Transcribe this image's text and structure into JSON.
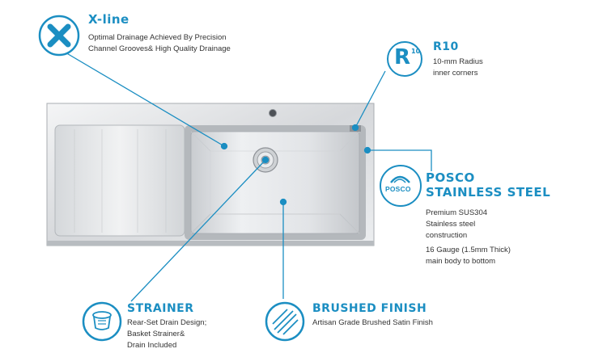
{
  "colors": {
    "accent": "#1b8ec2",
    "text": "#333333",
    "steel_light": "#e9eaec",
    "steel_dark": "#9a9ea3"
  },
  "features": {
    "xline": {
      "icon": "x-icon",
      "title": "X-line",
      "lines": [
        "Optimal Drainage Achieved By Precision",
        "Channel Grooves& High Quality Drainage"
      ]
    },
    "r10": {
      "icon": "r10-icon",
      "badge_letter": "R",
      "badge_sup": "10",
      "title": "R10",
      "lines": [
        "10-mm Radius",
        "inner corners"
      ]
    },
    "posco": {
      "icon": "posco-seal-icon",
      "badge_text": "POSCO",
      "title_line1": "POSCO",
      "title_line2": "STAINLESS STEEL",
      "lines": [
        "Premium SUS304",
        "Stainless steel",
        "construction",
        "16 Gauge (1.5mm Thick)",
        "main body to bottom"
      ]
    },
    "strainer": {
      "icon": "strainer-icon",
      "title": "STRAINER",
      "lines": [
        "Rear-Set Drain Design;",
        "Basket Strainer&",
        "Drain Included"
      ]
    },
    "brushed": {
      "icon": "brushed-finish-icon",
      "title": "BRUSHED FINISH",
      "lines": [
        "Artisan Grade Brushed Satin Finish"
      ]
    }
  }
}
